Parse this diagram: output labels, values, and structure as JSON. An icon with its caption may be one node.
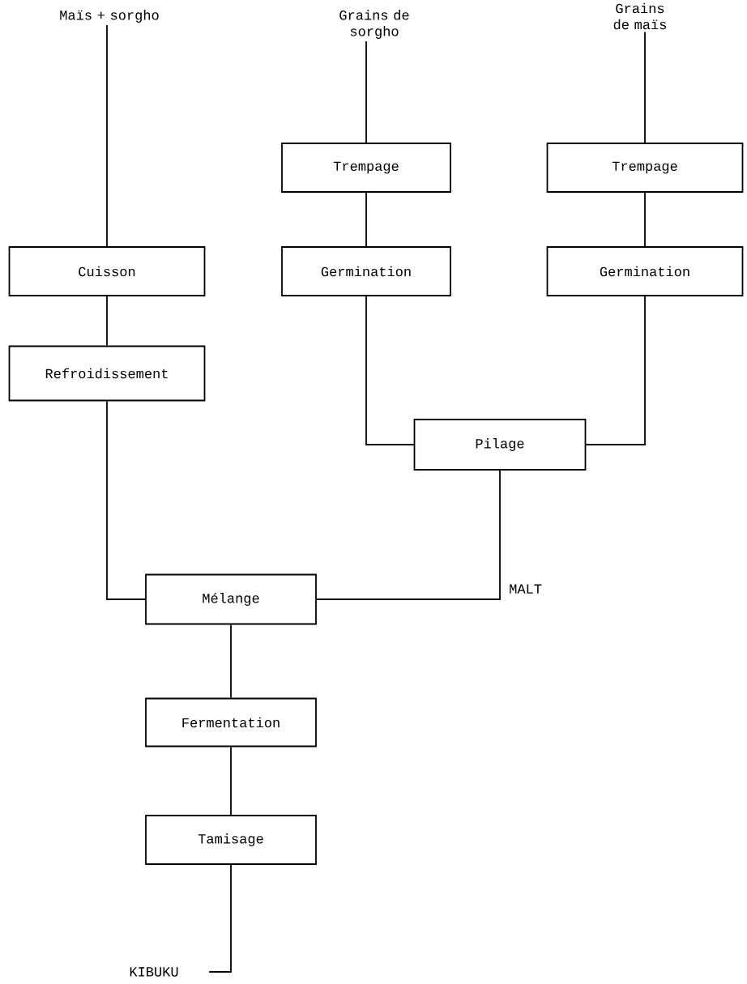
{
  "diagram": {
    "nodes": [
      {
        "text": [
          "Maïs + sorgho"
        ]
      },
      {
        "text": [
          "Grains de sorgho"
        ]
      },
      {
        "text": [
          "Grains de maïs"
        ]
      },
      {
        "text": [
          "Trempage"
        ]
      },
      {
        "text": [
          "Trempage"
        ]
      },
      {
        "text": [
          "Cuisson"
        ]
      },
      {
        "text": [
          "Germination"
        ]
      },
      {
        "text": [
          "Germination"
        ]
      },
      {
        "text": [
          "Refroidissement"
        ]
      },
      {
        "text": [
          "Pilage"
        ]
      },
      {
        "text": [
          "Mélange"
        ]
      },
      {
        "text": [
          "Fermentation"
        ]
      },
      {
        "text": [
          "Tamisage"
        ]
      },
      {
        "text": [
          "KIBUKU"
        ]
      }
    ],
    "edges": [
      {
        "from": 0,
        "to": 5,
        "arrow": "none"
      },
      {
        "from": 5,
        "to": 8,
        "arrow": "none"
      },
      {
        "from": 8,
        "to": 10,
        "arrow": "none"
      },
      {
        "from": 1,
        "to": 3,
        "arrow": "none"
      },
      {
        "from": 3,
        "to": 6,
        "arrow": "none"
      },
      {
        "from": 6,
        "to": 9,
        "arrow": "none"
      },
      {
        "from": 2,
        "to": 4,
        "arrow": "none"
      },
      {
        "from": 4,
        "to": 7,
        "arrow": "none"
      },
      {
        "from": 7,
        "to": 9,
        "arrow": "none"
      },
      {
        "from": 9,
        "to": 10,
        "arrow": "none",
        "label": "MALT"
      },
      {
        "from": 10,
        "to": 11,
        "arrow": "none"
      },
      {
        "from": 11,
        "to": 12,
        "arrow": "none"
      },
      {
        "from": 12,
        "to": 13,
        "arrow": "none"
      }
    ]
  }
}
